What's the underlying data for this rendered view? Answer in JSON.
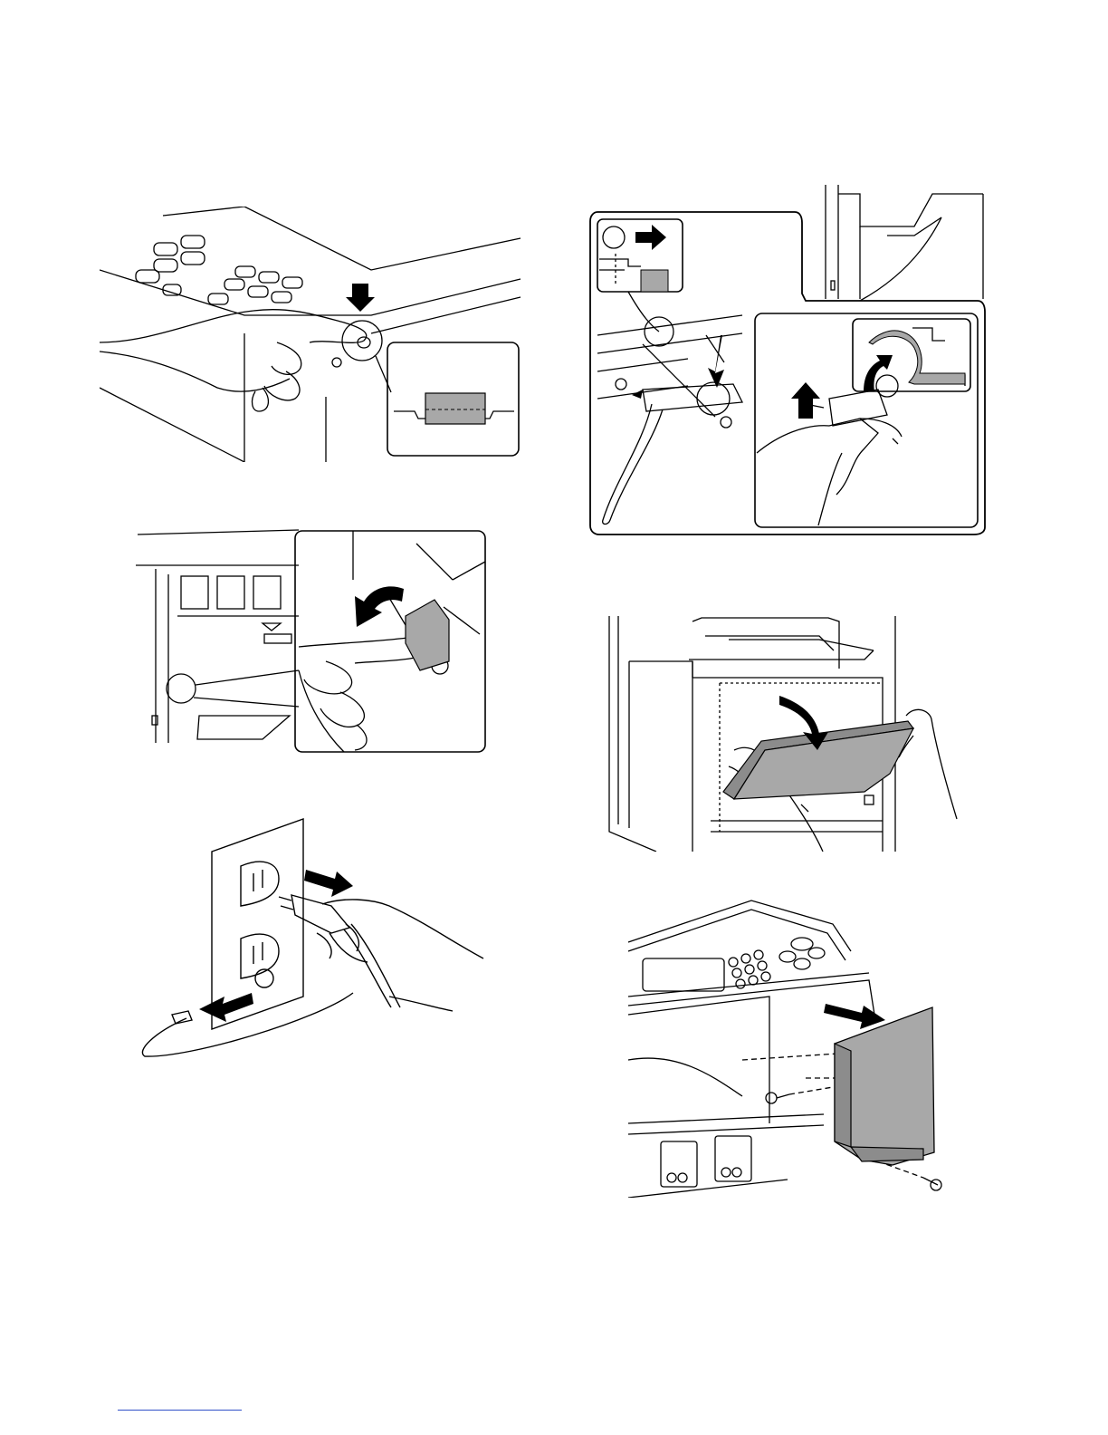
{
  "page": {
    "footer_text": "",
    "figure_labels": {
      "circle_1": "",
      "circle_2": ""
    }
  },
  "colors": {
    "ink": "#000000",
    "part_fill": "#a8a8a8",
    "page": "#ffffff",
    "footer_rule": "#3050c8"
  },
  "figures": [
    {
      "id": "power-key-press",
      "icon": "hand-press-key-icon"
    },
    {
      "id": "main-switch-off",
      "icon": "hand-toggle-switch-icon"
    },
    {
      "id": "unplug-power-cord",
      "icon": "hand-unplug-icon"
    },
    {
      "id": "release-lever",
      "icon": "hand-lift-lever-icon"
    },
    {
      "id": "open-front-cover",
      "icon": "hands-open-cover-icon"
    },
    {
      "id": "remove-side-cover",
      "icon": "cover-remove-screws-icon"
    }
  ]
}
